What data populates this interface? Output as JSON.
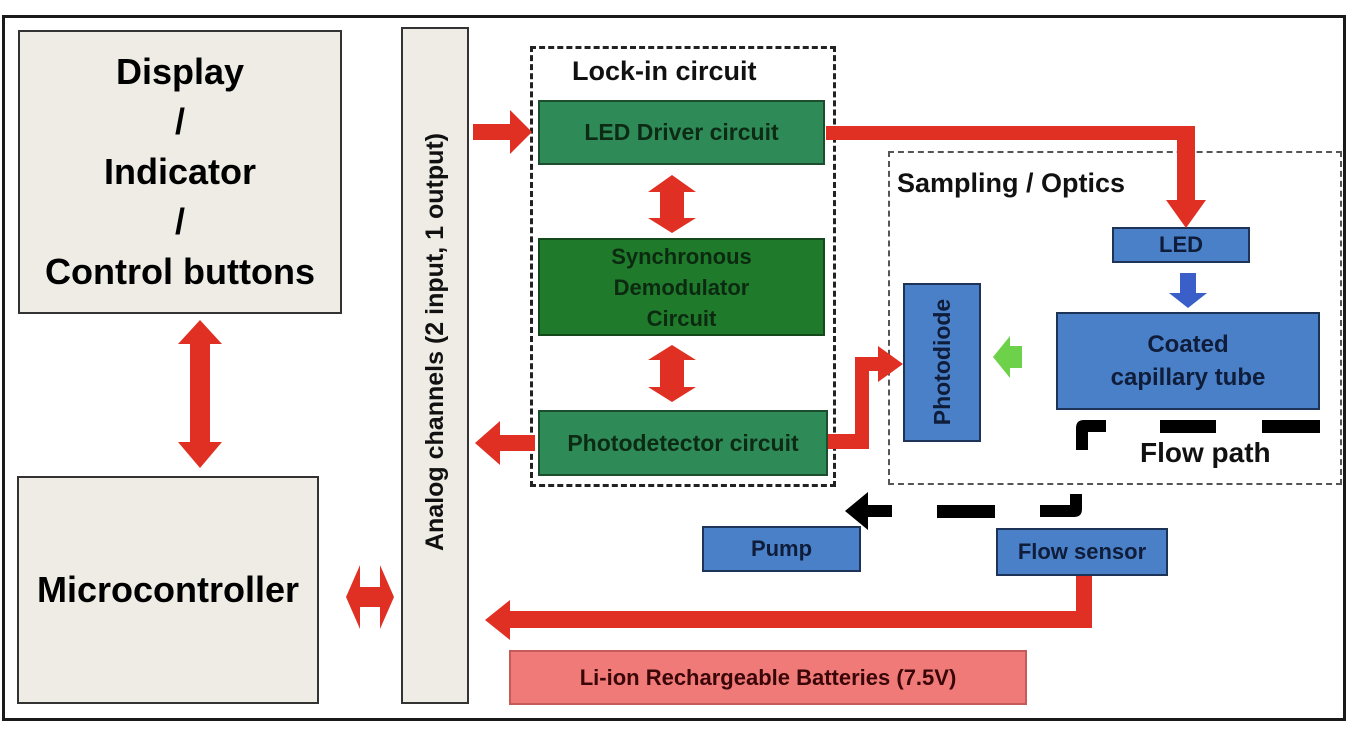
{
  "diagram": {
    "blocks": {
      "display": {
        "lines": [
          "Display",
          "/",
          "Indicator",
          "/",
          "Control buttons"
        ]
      },
      "microcontroller": {
        "label": "Microcontroller"
      },
      "analog_channels": {
        "label": "Analog channels (2 input, 1 output)"
      },
      "lockin_group": {
        "title": "Lock-in circuit"
      },
      "led_driver": {
        "label": "LED Driver circuit"
      },
      "sync_demod": {
        "lines": [
          "Synchronous",
          "Demodulator",
          "Circuit"
        ]
      },
      "photodetector": {
        "label": "Photodetector circuit"
      },
      "sampling_group": {
        "title": "Sampling / Optics"
      },
      "led": {
        "label": "LED"
      },
      "photodiode": {
        "label": "Photodiode"
      },
      "capillary": {
        "lines": [
          "Coated",
          "capillary tube"
        ]
      },
      "flow_path": {
        "label": "Flow path"
      },
      "pump": {
        "label": "Pump"
      },
      "flow_sensor": {
        "label": "Flow sensor"
      },
      "battery": {
        "label": "Li-ion Rechargeable Batteries (7.5V)"
      }
    },
    "colors": {
      "arrow_red": "#e03024",
      "arrow_blue": "#3a5fc8",
      "arrow_green": "#6ed14a",
      "flow_black": "#000000"
    }
  }
}
